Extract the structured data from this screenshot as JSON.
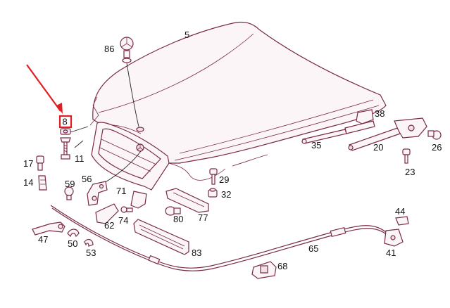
{
  "colors": {
    "line": "#7a2a44",
    "fill": "#fbf5f7",
    "highlight": "#e02020",
    "label": "#111111"
  },
  "labels": {
    "p5": "5",
    "p86": "86",
    "p8": "8",
    "p11": "11",
    "p17": "17",
    "p14": "14",
    "p56": "56",
    "p59": "59",
    "p71": "71",
    "p74": "74",
    "p62": "62",
    "p80": "80",
    "p77": "77",
    "p29": "29",
    "p32": "32",
    "p47": "47",
    "p50": "50",
    "p53": "53",
    "p83": "83",
    "p65": "65",
    "p68": "68",
    "p44": "44",
    "p41": "41",
    "p38": "38",
    "p35": "35",
    "p20": "20",
    "p26": "26",
    "p23": "23"
  },
  "highlighted_part": "8"
}
